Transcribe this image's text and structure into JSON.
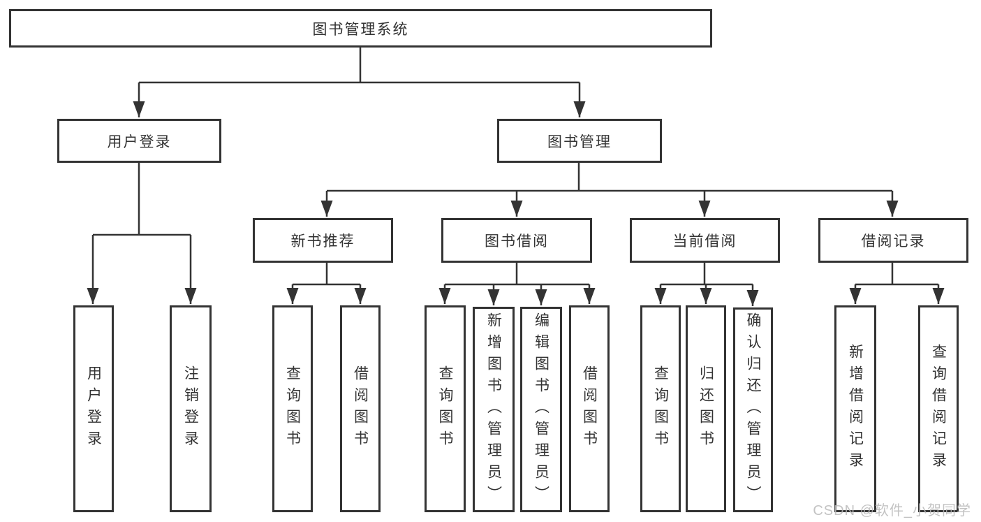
{
  "tree": {
    "label": "图书管理系统",
    "children": [
      {
        "label": "用户登录",
        "children": [
          {
            "label": "用户登录"
          },
          {
            "label": "注销登录"
          }
        ]
      },
      {
        "label": "图书管理",
        "children": [
          {
            "label": "新书推荐",
            "children": [
              {
                "label": "查询图书"
              },
              {
                "label": "借阅图书"
              }
            ]
          },
          {
            "label": "图书借阅",
            "children": [
              {
                "label": "查询图书"
              },
              {
                "label": "新增图书（管理员）"
              },
              {
                "label": "编辑图书（管理员）"
              },
              {
                "label": "借阅图书"
              }
            ]
          },
          {
            "label": "当前借阅",
            "children": [
              {
                "label": "查询图书"
              },
              {
                "label": "归还图书"
              },
              {
                "label": "确认归还（管理员）"
              }
            ]
          },
          {
            "label": "借阅记录",
            "children": [
              {
                "label": "新增借阅记录"
              },
              {
                "label": "查询借阅记录"
              }
            ]
          }
        ]
      }
    ]
  },
  "watermark": "CSDN @软件_小贺同学",
  "colors": {
    "line": "#333333",
    "border": "#333333",
    "text": "#333333",
    "watermark": "#b9b9b9",
    "background": "#ffffff"
  }
}
